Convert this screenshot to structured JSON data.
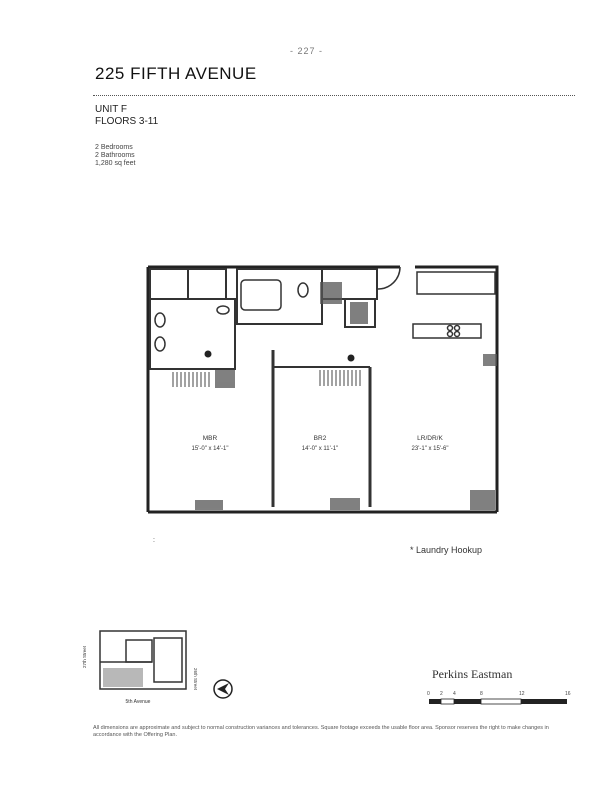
{
  "header": {
    "page_mark": "- 227 -",
    "title": "225 FIFTH AVENUE",
    "unit": "UNIT F",
    "floors": "FLOORS 3-11"
  },
  "specs": {
    "bedrooms": "2 Bedrooms",
    "bathrooms": "2 Bathrooms",
    "area": "1,280 sq feet"
  },
  "rooms": {
    "mbr": {
      "name": "MBR",
      "dims": "15'-0\" x 14'-1\""
    },
    "br2": {
      "name": "BR2",
      "dims": "14'-0\" x 11'-1\""
    },
    "lr": {
      "name": "LR/DR/K",
      "dims": "23'-1\" x 15'-6\""
    }
  },
  "notes": {
    "laundry": "* Laundry Hookup",
    "stray": ":"
  },
  "keyplan": {
    "left_street": "27th Street",
    "right_street": "26th Street",
    "bottom_street": "5th Avenue"
  },
  "firm": "Perkins Eastman",
  "scale": {
    "ticks": [
      "0",
      "2",
      "4",
      "8",
      "12",
      "16"
    ]
  },
  "footnote": "All dimensions are approximate and subject to normal construction variances and tolerances. Square footage exceeds the usable floor area. Sponsor reserves the right to make changes in accordance with the Offering Plan."
}
